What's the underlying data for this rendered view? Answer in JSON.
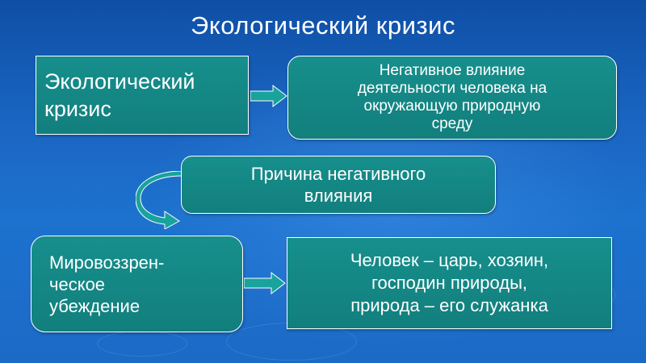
{
  "title": "Экологический кризис",
  "boxes": {
    "crisis": {
      "line1": "Экологический",
      "line2": "кризис"
    },
    "definition": {
      "line1": "Негативное влияние",
      "line2": "деятельности человека на",
      "line3": "окружающую природную",
      "line4": "среду"
    },
    "cause": {
      "line1": "Причина негативного",
      "line2": "влияния"
    },
    "worldview": {
      "line1": "Мировоззрен-",
      "line2": "ческое",
      "line3": "убеждение"
    },
    "belief": {
      "line1": "Человек – царь, хозяин,",
      "line2": "господин природы,",
      "line3": "природа – его служанка"
    }
  },
  "colors": {
    "box_fill": "#148885",
    "arrow_fill": "#18a39c",
    "background": "#1a66c2"
  }
}
